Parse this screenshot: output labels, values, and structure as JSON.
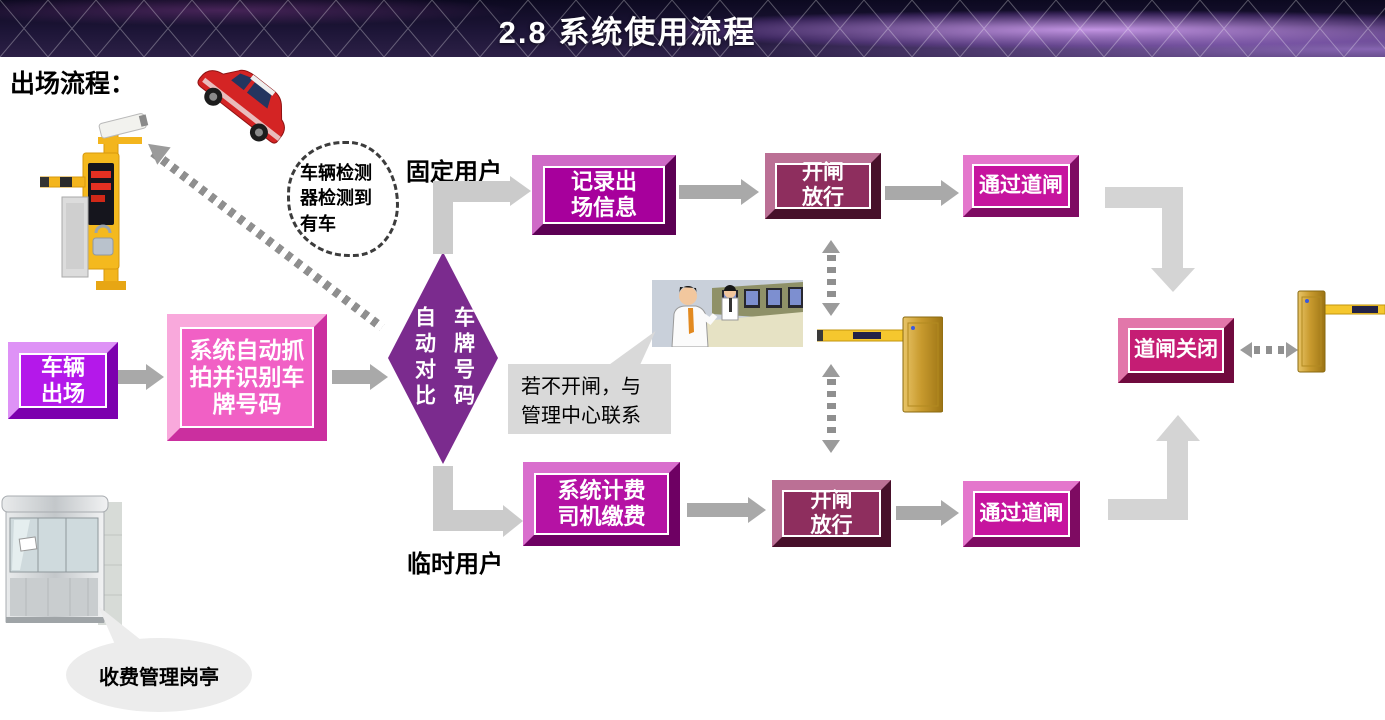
{
  "header": {
    "title": "2.8  系统使用流程"
  },
  "labels": {
    "section_title": "出场流程：",
    "fixed_user": "固定用户",
    "temporary_user": "临时用户"
  },
  "callouts": {
    "vehicle_detector": "车辆检测器检测到有车",
    "contact_center": {
      "line1": "若不开闸，与",
      "line2": "管理中心联系"
    },
    "booth_label": "收费管理岗亭"
  },
  "flow": {
    "vehicle_exit": {
      "line1": "车辆",
      "line2": "出场"
    },
    "auto_capture": {
      "line1": "系统自动抓",
      "line2": "拍并识别车",
      "line3": "牌号码"
    },
    "plate_compare": {
      "col_left": "自动对比",
      "col_right": "车牌号码"
    },
    "record_exit": {
      "line1": "记录出",
      "line2": "场信息"
    },
    "open_gate_top": {
      "line1": "开闸",
      "line2": "放行"
    },
    "pass_gate_top": "通过道闸",
    "billing": {
      "line1": "系统计费",
      "line2": "司机缴费"
    },
    "open_gate_bottom": {
      "line1": "开闸",
      "line2": "放行"
    },
    "pass_gate_bottom": "通过道闸",
    "gate_close": "道闸关闭"
  },
  "colors": {
    "violet_box": "#b418ea",
    "pink_box": "#f160c5",
    "magenta_box": "#a7009c",
    "maroon_box": "#8e2e5e",
    "bright_magenta_box": "#c6149e",
    "crimson_box": "#c51d74",
    "billing_box": "#b512a4",
    "diamond": "#7b2b8e",
    "solid_arrow": "#a9a9a9",
    "elbow_light": "#d4d4d4",
    "elbow_mid": "#cbcbcb",
    "dotted_arrow": "#8f8f8f",
    "callout_gray": "#d9d9d9"
  }
}
